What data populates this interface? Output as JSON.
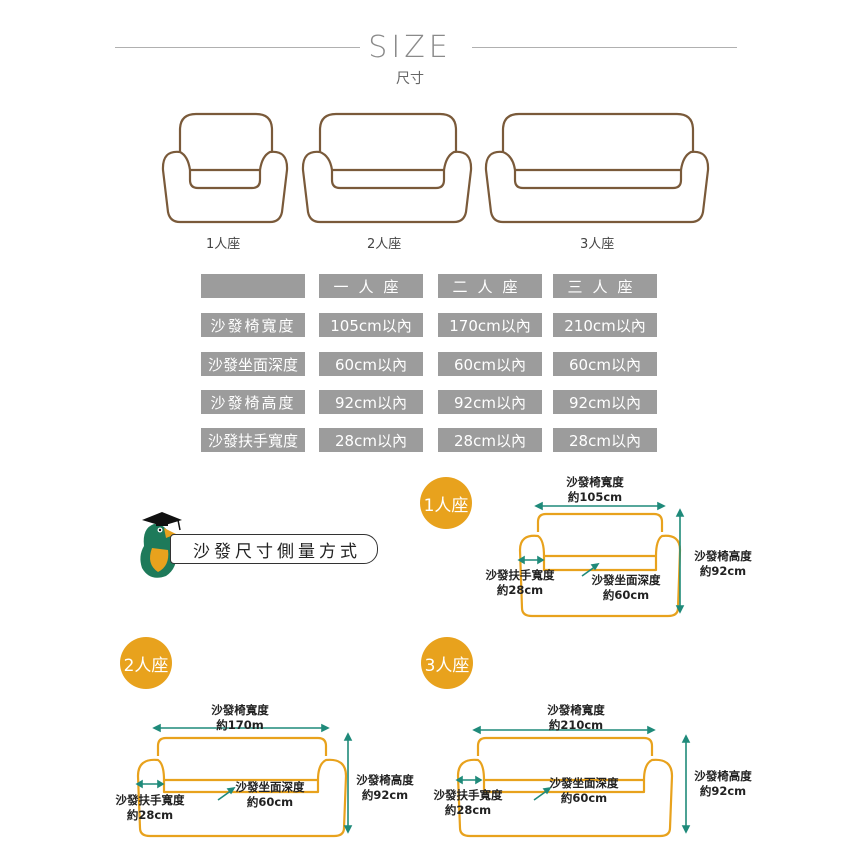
{
  "header": {
    "title": "SIZE",
    "subtitle": "尺寸"
  },
  "sofa_labels": [
    "1人座",
    "2人座",
    "3人座"
  ],
  "table": {
    "columns": [
      "一人座",
      "二人座",
      "三人座"
    ],
    "rows": [
      {
        "label": "沙發椅寬度",
        "values": [
          "105cm以內",
          "170cm以內",
          "210cm以內"
        ]
      },
      {
        "label": "沙發坐面深度",
        "values": [
          "60cm以內",
          "60cm以內",
          "60cm以內"
        ]
      },
      {
        "label": "沙發椅高度",
        "values": [
          "92cm以內",
          "92cm以內",
          "92cm以內"
        ]
      },
      {
        "label": "沙發扶手寬度",
        "values": [
          "28cm以內",
          "28cm以內",
          "28cm以內"
        ]
      }
    ]
  },
  "method_title": "沙發尺寸側量方式",
  "diagrams": [
    {
      "badge": "1人座",
      "width_label": "沙發椅寬度",
      "width_value": "約105cm",
      "height_label": "沙發椅高度",
      "height_value": "約92cm",
      "arm_label": "沙發扶手寬度",
      "arm_value": "約28cm",
      "depth_label": "沙發坐面深度",
      "depth_value": "約60cm"
    },
    {
      "badge": "2人座",
      "width_label": "沙發椅寬度",
      "width_value": "約170m",
      "height_label": "沙發椅高度",
      "height_value": "約92cm",
      "arm_label": "沙發扶手寬度",
      "arm_value": "約28cm",
      "depth_label": "沙發坐面深度",
      "depth_value": "約60cm"
    },
    {
      "badge": "3人座",
      "width_label": "沙發椅寬度",
      "width_value": "約210cm",
      "height_label": "沙發椅高度",
      "height_value": "約92cm",
      "arm_label": "沙發扶手寬度",
      "arm_value": "約28cm",
      "depth_label": "沙發坐面深度",
      "depth_value": "約60cm"
    }
  ],
  "colors": {
    "outline_brown": "#7a5a3a",
    "accent_orange": "#e8a21d",
    "cell_gray": "#9c9c9c",
    "arrow_teal": "#1f8a7a"
  }
}
